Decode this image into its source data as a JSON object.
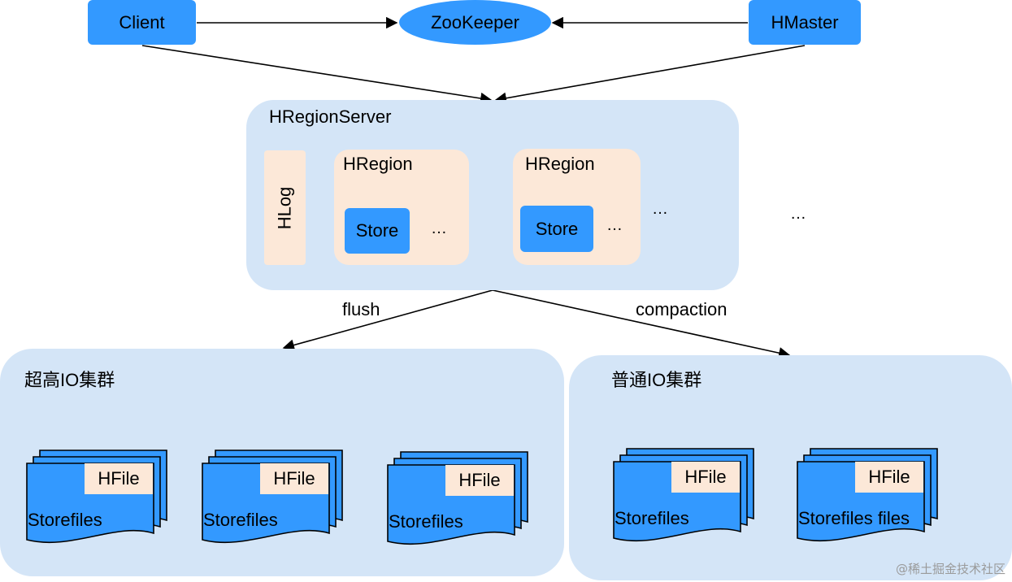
{
  "nodes": {
    "client": "Client",
    "zookeeper": "ZooKeeper",
    "hmaster": "HMaster",
    "region_server": "HRegionServer",
    "hlog": "HLog",
    "hregion_1": "HRegion",
    "hregion_2": "HRegion",
    "store_1": "Store",
    "store_2": "Store",
    "ellipsis": "…"
  },
  "edges": {
    "flush": "flush",
    "compaction": "compaction"
  },
  "clusters": {
    "high_io": {
      "title": "超高IO集群",
      "storefiles": [
        {
          "hfile": "HFile",
          "label": "Storefiles"
        },
        {
          "hfile": "HFile",
          "label": "Storefiles"
        },
        {
          "hfile": "HFile",
          "label": "Storefiles"
        }
      ]
    },
    "normal_io": {
      "title": "普通IO集群",
      "storefiles": [
        {
          "hfile": "HFile",
          "label": "Storefiles"
        },
        {
          "hfile": "HFile",
          "label": "Storefiles files"
        }
      ]
    }
  },
  "watermark": "@稀土掘金技术社区",
  "colors": {
    "node_blue": "#3399ff",
    "panel_blue": "#d4e5f7",
    "peach": "#fce8d8",
    "edge": "#000000"
  }
}
